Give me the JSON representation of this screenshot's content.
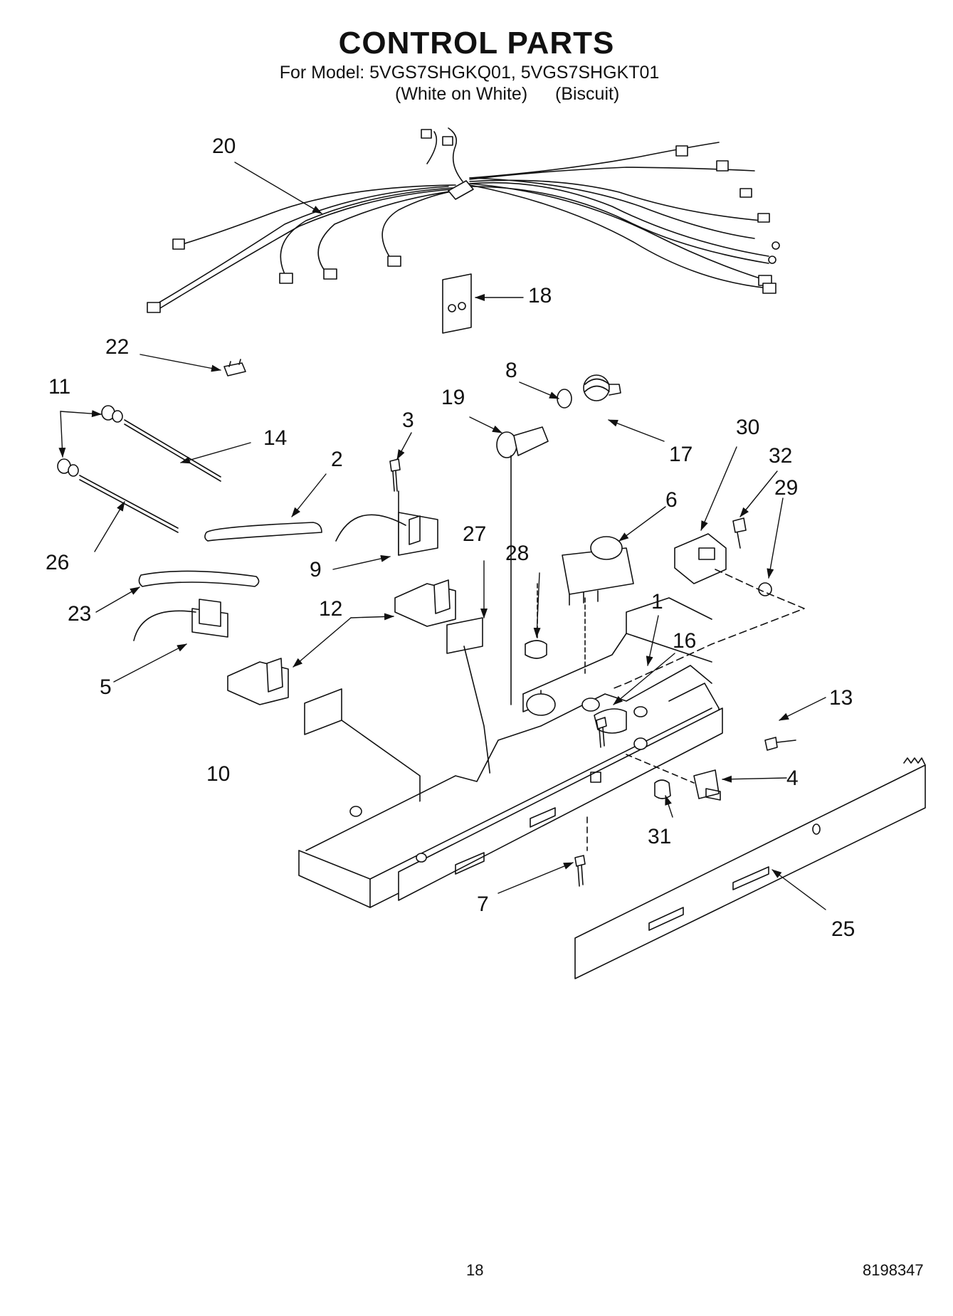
{
  "header": {
    "title": "CONTROL PARTS",
    "subtitle": "For Model: 5VGS7SHGKQ01, 5VGS7SHGKT01",
    "variants": [
      "(White on White)",
      "(Biscuit)"
    ]
  },
  "callouts": [
    "1",
    "2",
    "3",
    "4",
    "5",
    "6",
    "7",
    "8",
    "9",
    "10",
    "11",
    "12",
    "13",
    "14",
    "16",
    "17",
    "18",
    "19",
    "20",
    "22",
    "23",
    "25",
    "26",
    "27",
    "28",
    "29",
    "30",
    "31",
    "32"
  ],
  "footer": {
    "page_number": "18",
    "document_number": "8198347"
  },
  "colors": {
    "line": "#111111",
    "background": "#ffffff"
  }
}
